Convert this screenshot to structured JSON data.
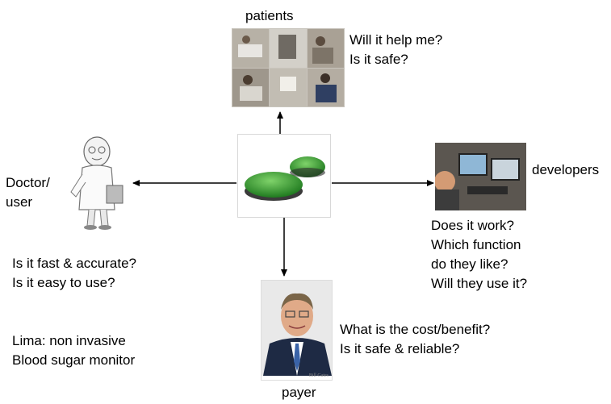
{
  "center": {
    "caption_lines": [
      "Lima: non invasive",
      "Blood sugar monitor"
    ]
  },
  "patients": {
    "label": "patients",
    "questions": [
      "Will it help me?",
      "Is it safe?"
    ]
  },
  "doctor": {
    "label_lines": [
      "Doctor/",
      "user"
    ],
    "questions": [
      "Is it fast & accurate?",
      "Is it easy to use?"
    ]
  },
  "developers": {
    "label": "developers",
    "questions": [
      "Does it work?",
      "Which function",
      "do they like?",
      "Will they use it?"
    ]
  },
  "payer": {
    "label": "payer",
    "questions": [
      "What is the cost/benefit?",
      "Is it safe & reliable?"
    ],
    "photo_caption": "Bill Gates"
  },
  "colors": {
    "device_green": "#2e9a2e",
    "arrow": "#000000"
  }
}
